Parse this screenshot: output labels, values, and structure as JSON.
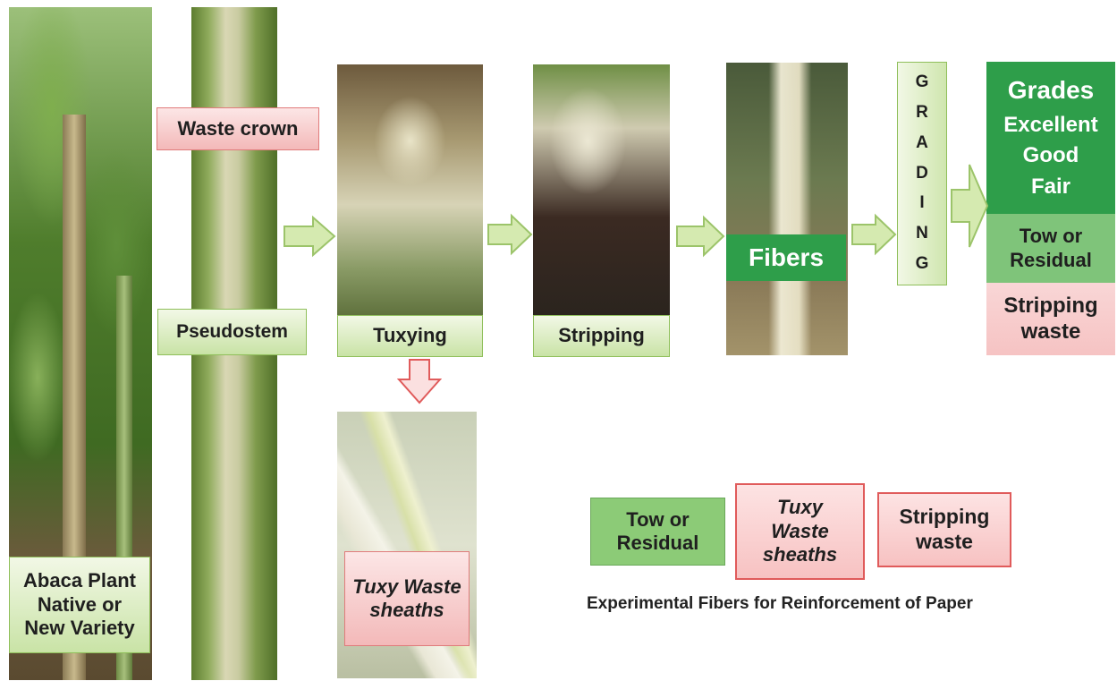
{
  "labels": {
    "waste_crown": "Waste crown",
    "pseudostem": "Pseudostem",
    "abaca_plant": "Abaca Plant Native or New Variety",
    "tuxying": "Tuxying",
    "stripping": "Stripping",
    "fibers": "Fibers",
    "grading_letters": [
      "G",
      "R",
      "A",
      "D",
      "I",
      "N",
      "G"
    ],
    "tuxy_waste": "Tuxy Waste sheaths",
    "grades_title": "Grades",
    "grades_list": [
      "Excellent",
      "Good",
      "Fair"
    ],
    "tow_residual": "Tow or Residual",
    "stripping_waste": "Stripping waste"
  },
  "legend": {
    "tow_residual": "Tow or Residual",
    "tuxy_waste": "Tuxy Waste sheaths",
    "stripping_waste": "Stripping waste",
    "caption": "Experimental Fibers for Reinforcement of Paper"
  },
  "colors": {
    "light_green_box": "#c9e3a6",
    "dark_green_box": "#2e9e4a",
    "pink_box": "#f3b9b9",
    "arrow_green": "#d5eab0",
    "arrow_red": "#e05b5b"
  }
}
